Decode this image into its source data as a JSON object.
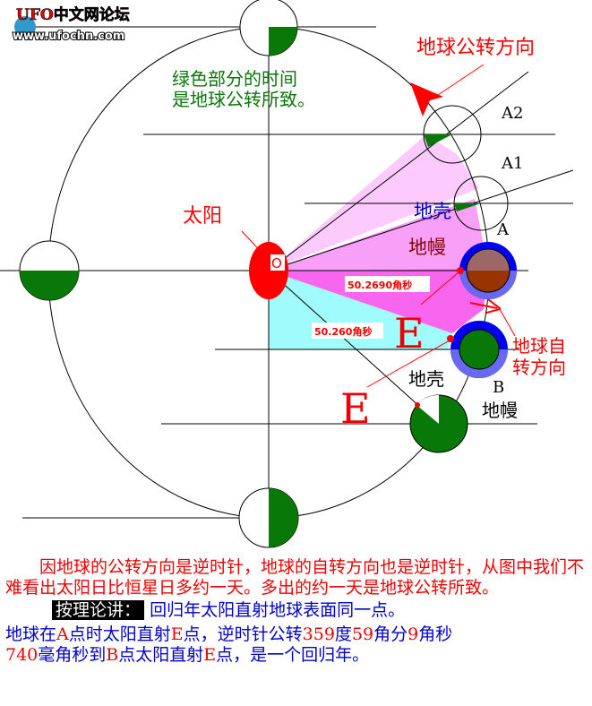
{
  "logo": {
    "title": "UFO中文网论坛",
    "url": "www.ufochn.com"
  },
  "labels": {
    "revolution_direction": "地球公转方向",
    "green_note_1": "绿色部分的时间",
    "green_note_2": "是地球公转所致。",
    "sun": "太阳",
    "o": "O",
    "a2": "A2",
    "a1": "A1",
    "a": "A",
    "b": "B",
    "crust_top": "地壳",
    "mantle_top": "地幔",
    "crust_bottom": "地壳",
    "mantle_bottom": "地幔",
    "angle_1": "50.2690角秒",
    "angle_2": "50.260角秒",
    "e1": "E",
    "e2": "E",
    "rotation_1": "地球自",
    "rotation_2": "转方向"
  },
  "text": {
    "para1": "因地球的公转方向是逆时针，地球的自转方向也是逆时针，从图中我们不难看出太阳日比恒星日多约一天。多出的约一天是地球公转所致。",
    "tag": "按理论讲：",
    "para2": "回归年太阳直射地球表面同一点。",
    "p3a": "地球在",
    "p3b": "A",
    "p3c": "点时太阳直射",
    "p3d": "E",
    "p3e": "点，逆时针公转",
    "p3f": "359",
    "p3g": "度",
    "p3h": "59",
    "p3i": "角分",
    "p3j": "9",
    "p3k": "角秒",
    "p4a": "740",
    "p4b": "毫角秒到",
    "p4c": "B",
    "p4d": "点太阳直射",
    "p4e": "E",
    "p4f": "点，是一个回归年。"
  }
}
